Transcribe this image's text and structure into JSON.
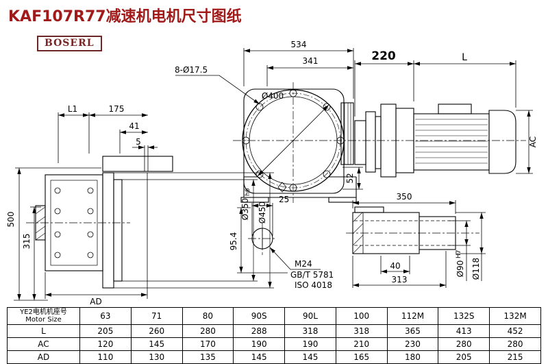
{
  "page": {
    "title": "KAF107R77减速机电机尺寸图纸",
    "brand": "BOSERL"
  },
  "dims": {
    "side": {
      "l1": "L1",
      "d175": "175",
      "d41": "41",
      "d5": "5",
      "d500": "500",
      "d315": "315",
      "d350": "Ø350",
      "d350_fit": "h6",
      "d450": "Ø450",
      "ad": "AD"
    },
    "front": {
      "d534": "534",
      "d341": "341",
      "holes": "8-Ø17.5",
      "d400": "Ø400",
      "d52": "52",
      "d220": "220",
      "l": "L",
      "ac": "AC"
    },
    "section": {
      "d25": "25",
      "d954": "95.4",
      "m24": "M24",
      "gbt": "GB/T 5781",
      "iso": "ISO 4018"
    },
    "shaft": {
      "d350": "350",
      "d40": "40",
      "d313": "313",
      "d90": "Ø90",
      "d90_fit": "H7",
      "d118": "Ø118"
    }
  },
  "table": {
    "header_cn": "YE2电机机座号",
    "header_en": "Motor Size",
    "sizes": [
      "63",
      "71",
      "80",
      "90S",
      "90L",
      "100",
      "112M",
      "132S",
      "132M"
    ],
    "rows": [
      {
        "label": "L",
        "values": [
          "205",
          "260",
          "280",
          "288",
          "318",
          "318",
          "365",
          "413",
          "452"
        ]
      },
      {
        "label": "AC",
        "values": [
          "120",
          "145",
          "170",
          "190",
          "190",
          "210",
          "230",
          "280",
          "280"
        ]
      },
      {
        "label": "AD",
        "values": [
          "110",
          "130",
          "135",
          "145",
          "145",
          "165",
          "180",
          "205",
          "215"
        ]
      }
    ]
  }
}
